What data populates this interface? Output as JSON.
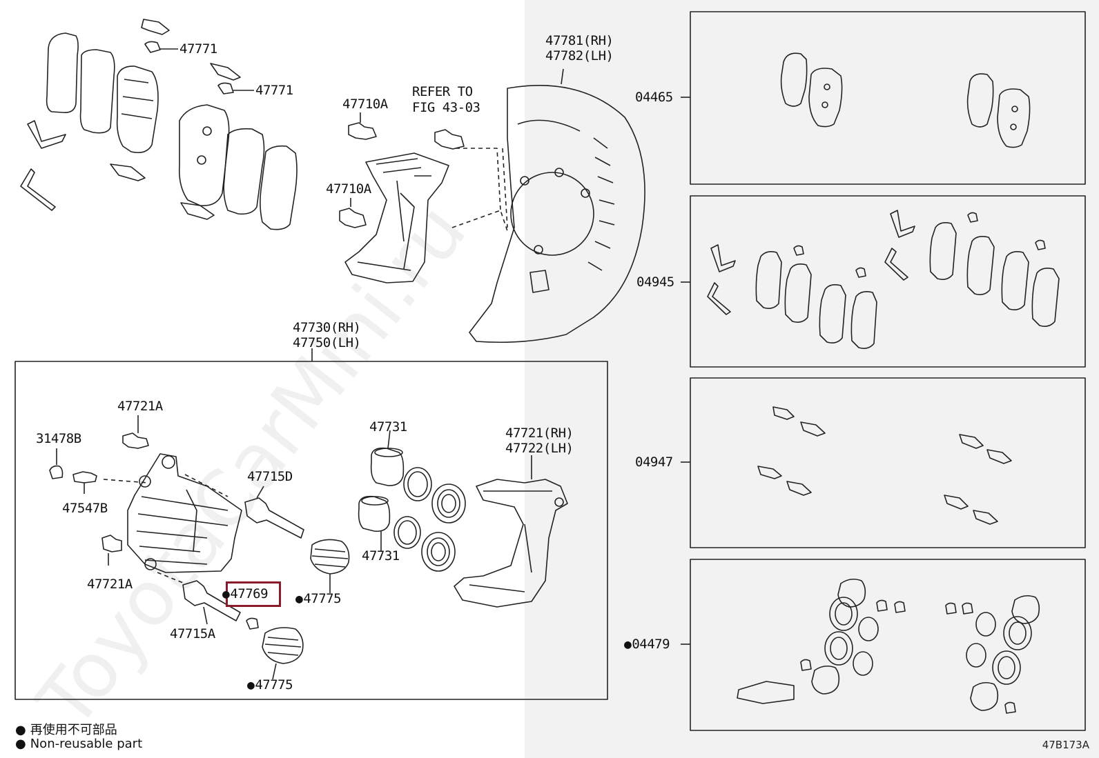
{
  "labels": {
    "p47771_a": "47771",
    "p47771_b": "47771",
    "p47710a_a": "47710A",
    "p47710a_b": "47710A",
    "refer_to": "REFER TO",
    "fig": "FIG 43-03",
    "p47781": "47781(RH)",
    "p47782": "47782(LH)",
    "p47730": "47730(RH)",
    "p47750": "47750(LH)",
    "p47721a_a": "47721A",
    "p31478b": "31478B",
    "p47547b": "47547B",
    "p47721a_b": "47721A",
    "p47715d": "47715D",
    "p47731_a": "47731",
    "p47731_b": "47731",
    "p47721rh": "47721(RH)",
    "p47722lh": "47722(LH)",
    "p47769": "47769",
    "p47775_a": "47775",
    "p47775_b": "47775",
    "p47715a": "47715A",
    "kit_04465": "04465",
    "kit_04945": "04945",
    "kit_04947": "04947",
    "kit_04479": "04479"
  },
  "legend": {
    "line_cn": "再使用不可部品",
    "line_en": "Non-reusable part",
    "bullet": "●"
  },
  "diagram_code": "47B173A",
  "watermark": "ToyotaCarMini.ru",
  "colors": {
    "highlight": "#8b1a2b",
    "shade": "#f2f2f2"
  }
}
